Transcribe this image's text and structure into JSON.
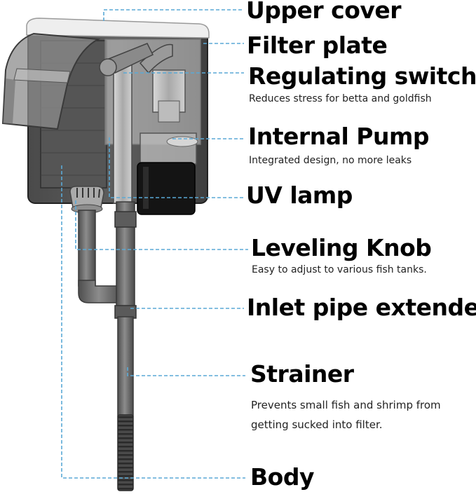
{
  "callouts": [
    {
      "title": "Upper cover"
    },
    {
      "title": "Filter plate"
    },
    {
      "title": "Regulating switch",
      "desc": "Reduces stress for betta and goldfish"
    },
    {
      "title": "Internal Pump",
      "desc": "Integrated design, no more leaks"
    },
    {
      "title": "UV lamp"
    },
    {
      "title": "Leveling Knob",
      "desc": "Easy to adjust to various fish tanks."
    },
    {
      "title": "Inlet pipe extended"
    },
    {
      "title": "Strainer",
      "desc_lines": [
        "Prevents small fish and shrimp from",
        "getting sucked into filter."
      ]
    },
    {
      "title": "Body"
    }
  ],
  "colors": {
    "leader_line": "#5aa9d6",
    "housing": "#3b3b3b",
    "cover": "#efefef",
    "pipe": "#6a6a6a",
    "pump_body": "#141414"
  }
}
